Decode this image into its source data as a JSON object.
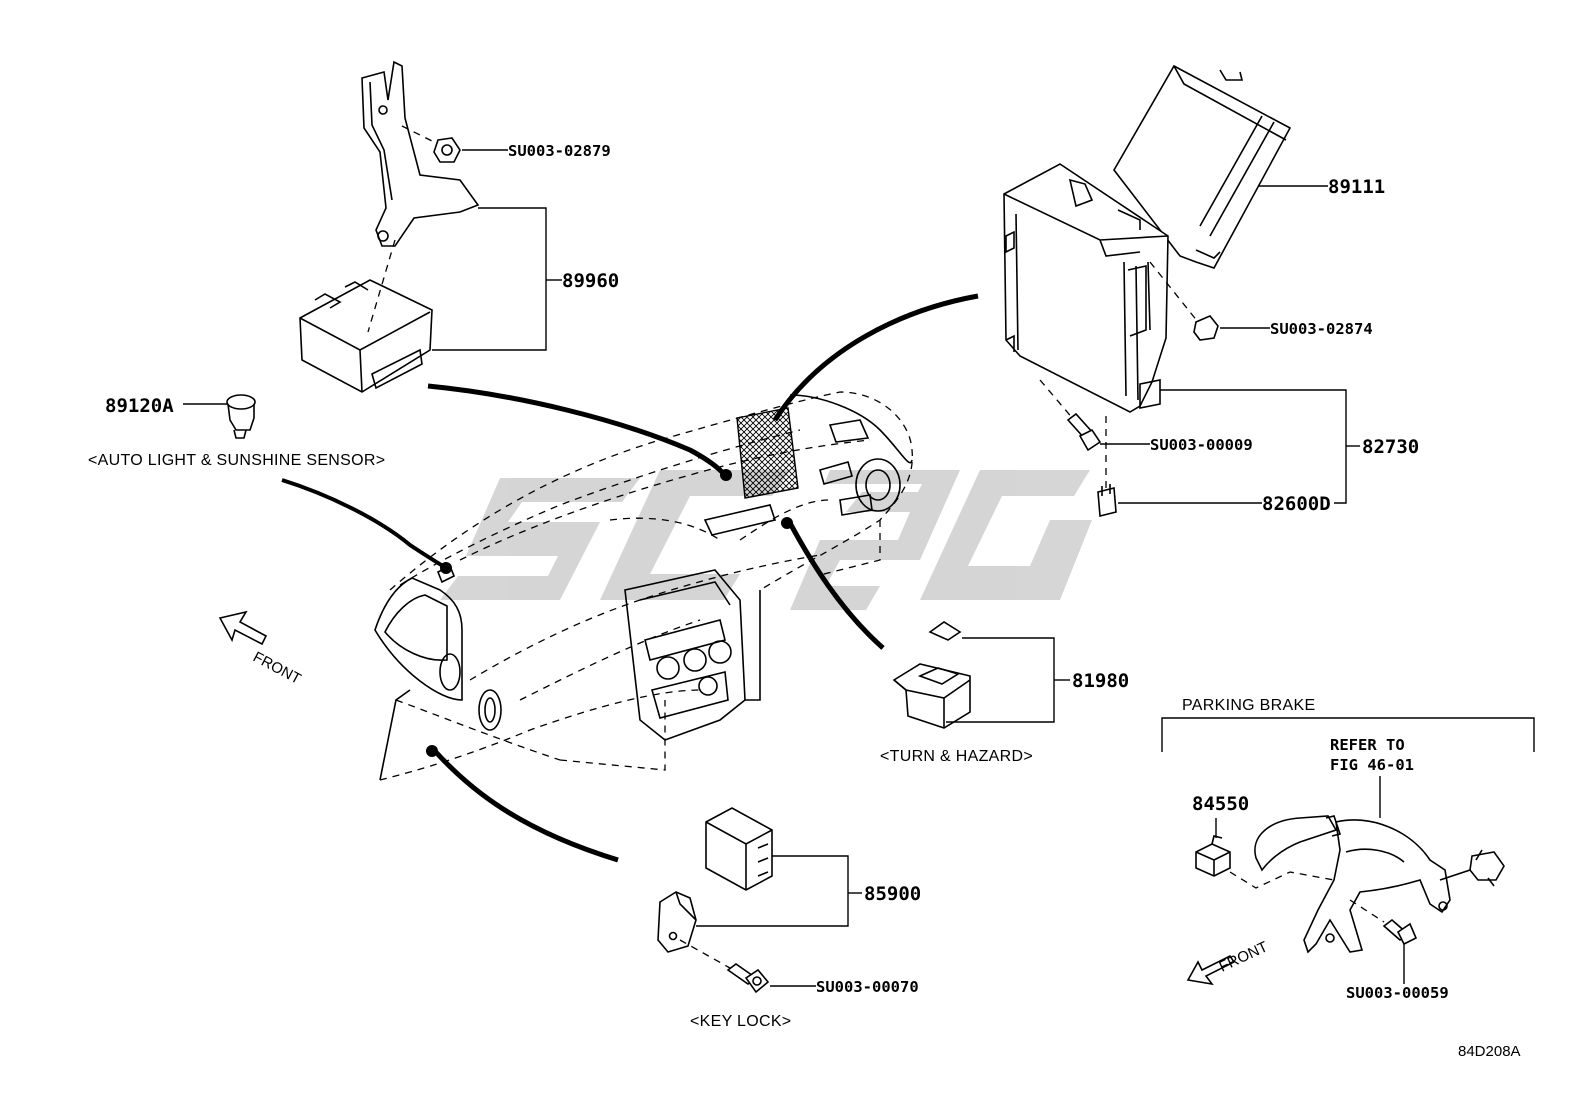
{
  "labels": {
    "p89960": "89960",
    "su02879": "SU003-02879",
    "p89120a": "89120A",
    "sensor_caption": "<AUTO LIGHT & SUNSHINE SENSOR>",
    "p89111": "89111",
    "su02874": "SU003-02874",
    "su00009": "SU003-00009",
    "p82730": "82730",
    "p82600d": "82600D",
    "p81980": "81980",
    "turn_caption": "<TURN & HAZARD>",
    "p85900": "85900",
    "su00070": "SU003-00070",
    "keylock_caption": "<KEY LOCK>",
    "front_main": "FRONT",
    "parking_title": "PARKING BRAKE",
    "refer_line1": "REFER TO",
    "refer_line2": "FIG 46-01",
    "p84550": "84550",
    "su00059": "SU003-00059",
    "front_parking": "FRONT",
    "drawing_code": "84D208A"
  },
  "watermark": {
    "color": "#b4b4b4"
  }
}
